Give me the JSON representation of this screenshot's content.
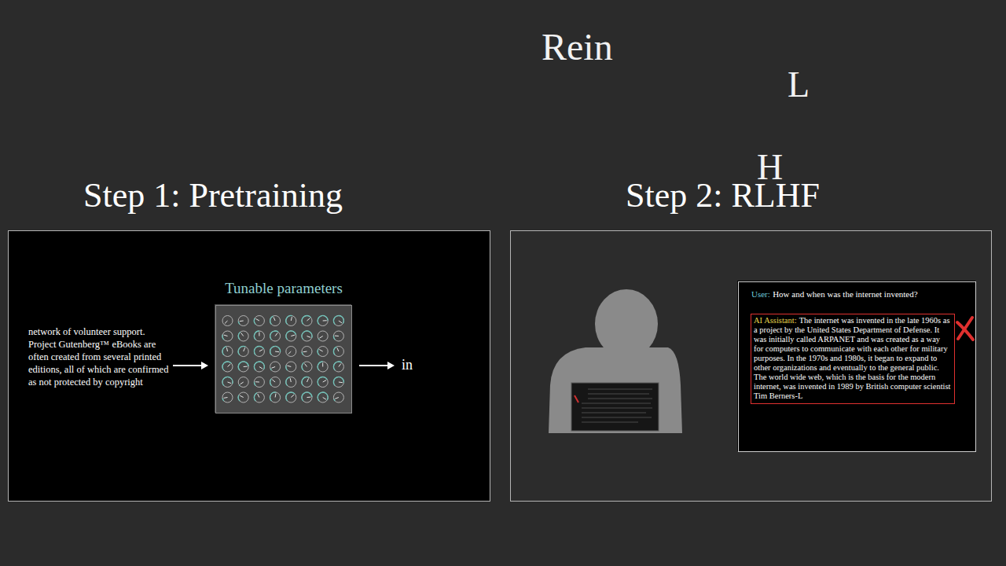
{
  "diagram": {
    "nodes": [
      {
        "text": [
          "Step 1: Pretraining"
        ]
      },
      {
        "text": [
          "Tunable parameters"
        ],
        "in": 0
      },
      {
        "text": [
          "Step 2: RLHF"
        ]
      },
      {
        "text": [
          "User:",
          "How and when was the internet invented?"
        ],
        "in": 2
      },
      {
        "text": [
          "AI Assistant:",
          "The internet was invented in the late 1960s as a project by the United States Department of Defense. It was initially called ARPANET and was created as a way for computers to communicate with each other for military purposes. In the 1970s and 1980s, it began to expand to other organizations and eventually to the general public. The world wide web, which is the basis for the modern internet, was invented in 1989 by British computer scientist Tim Berners-L"
        ],
        "in": 3
      }
    ],
    "labels": [
      "Rein",
      "L",
      "H",
      "network of volunteer support. Project Gutenberg™ eBooks are often created from several printed editions, all of which are confirmed as not protected by copyright",
      "in"
    ]
  }
}
